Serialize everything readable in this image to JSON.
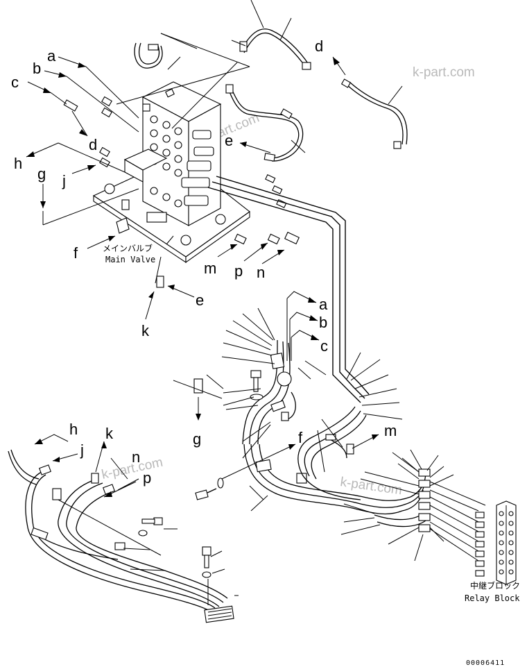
{
  "drawing": {
    "callouts": [
      "a",
      "b",
      "c",
      "d",
      "e",
      "f",
      "g",
      "h",
      "j",
      "k",
      "m",
      "n",
      "p"
    ],
    "main_valve": {
      "label_jp": "メインバルブ",
      "label_en": "Main Valve"
    },
    "relay_block": {
      "label_jp": "中継ブロック",
      "label_en": "Relay Block"
    },
    "watermark": "k-part.com",
    "drawing_number": "00006411"
  }
}
